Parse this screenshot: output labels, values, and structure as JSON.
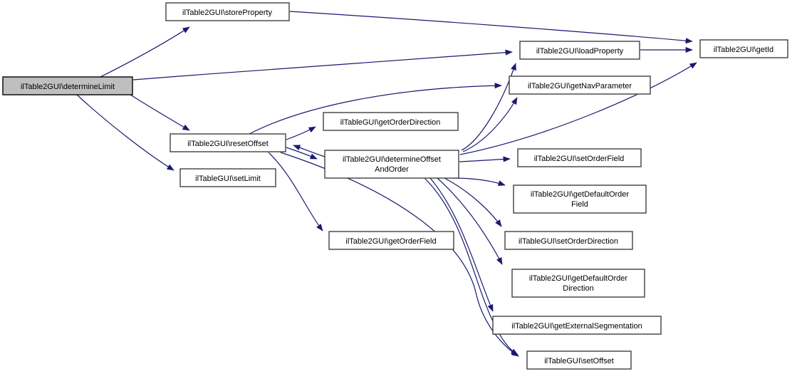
{
  "diagram": {
    "type": "call-graph",
    "background": "#ffffff",
    "colors": {
      "edge": "#191970",
      "node_fill": "#ffffff",
      "node_border": "#404040",
      "highlight_fill": "#bfbfbf",
      "highlight_border": "#000000",
      "text": "#000000"
    },
    "nodes": {
      "determineLimit": {
        "label": "ilTable2GUI\\determineLimit",
        "highlighted": true
      },
      "storeProperty": {
        "label": "ilTable2GUI\\storeProperty"
      },
      "loadProperty": {
        "label": "ilTable2GUI\\loadProperty"
      },
      "getId": {
        "label": "ilTable2GUI\\getId"
      },
      "getNavParameter": {
        "label": "ilTable2GUI\\getNavParameter"
      },
      "getOrderDirection": {
        "label": "ilTableGUI\\getOrderDirection"
      },
      "resetOffset": {
        "label": "ilTable2GUI\\resetOffset"
      },
      "determineOffsetAndOrder": {
        "lines": [
          "ilTable2GUI\\determineOffset",
          "AndOrder"
        ]
      },
      "setLimit": {
        "label": "ilTableGUI\\setLimit"
      },
      "setOrderField": {
        "label": "ilTable2GUI\\setOrderField"
      },
      "getDefaultOrderField": {
        "lines": [
          "ilTable2GUI\\getDefaultOrder",
          "Field"
        ]
      },
      "getOrderField": {
        "label": "ilTable2GUI\\getOrderField"
      },
      "setOrderDirection": {
        "label": "ilTableGUI\\setOrderDirection"
      },
      "getDefaultOrderDirection": {
        "lines": [
          "ilTable2GUI\\getDefaultOrder",
          "Direction"
        ]
      },
      "getExternalSegmentation": {
        "label": "ilTable2GUI\\getExternalSegmentation"
      },
      "setOffset": {
        "label": "ilTableGUI\\setOffset"
      }
    },
    "edges": [
      {
        "from": "determineLimit",
        "to": "storeProperty"
      },
      {
        "from": "determineLimit",
        "to": "loadProperty"
      },
      {
        "from": "determineLimit",
        "to": "resetOffset"
      },
      {
        "from": "determineLimit",
        "to": "setLimit"
      },
      {
        "from": "storeProperty",
        "to": "getId"
      },
      {
        "from": "loadProperty",
        "to": "getId"
      },
      {
        "from": "resetOffset",
        "to": "getOrderDirection"
      },
      {
        "from": "resetOffset",
        "to": "getNavParameter"
      },
      {
        "from": "resetOffset",
        "to": "determineOffsetAndOrder"
      },
      {
        "from": "resetOffset",
        "to": "getOrderField"
      },
      {
        "from": "resetOffset",
        "to": "setOffset"
      },
      {
        "from": "determineOffsetAndOrder",
        "to": "resetOffset"
      },
      {
        "from": "determineOffsetAndOrder",
        "to": "loadProperty"
      },
      {
        "from": "determineOffsetAndOrder",
        "to": "getNavParameter"
      },
      {
        "from": "determineOffsetAndOrder",
        "to": "getId"
      },
      {
        "from": "determineOffsetAndOrder",
        "to": "setOrderField"
      },
      {
        "from": "determineOffsetAndOrder",
        "to": "getDefaultOrderField"
      },
      {
        "from": "determineOffsetAndOrder",
        "to": "setOrderDirection"
      },
      {
        "from": "determineOffsetAndOrder",
        "to": "getDefaultOrderDirection"
      },
      {
        "from": "determineOffsetAndOrder",
        "to": "getExternalSegmentation"
      },
      {
        "from": "determineOffsetAndOrder",
        "to": "setOffset"
      }
    ]
  }
}
